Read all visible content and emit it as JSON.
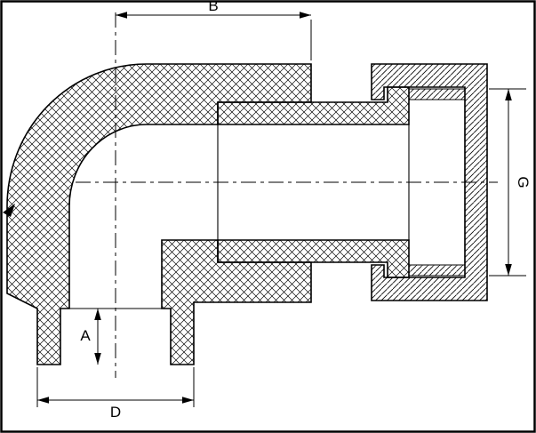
{
  "drawing": {
    "background": "#ffffff",
    "line_color": "#000000",
    "dimension_labels": {
      "top_length": "B",
      "union_thread": "G",
      "socket_depth": "A",
      "socket_width": "D"
    }
  }
}
